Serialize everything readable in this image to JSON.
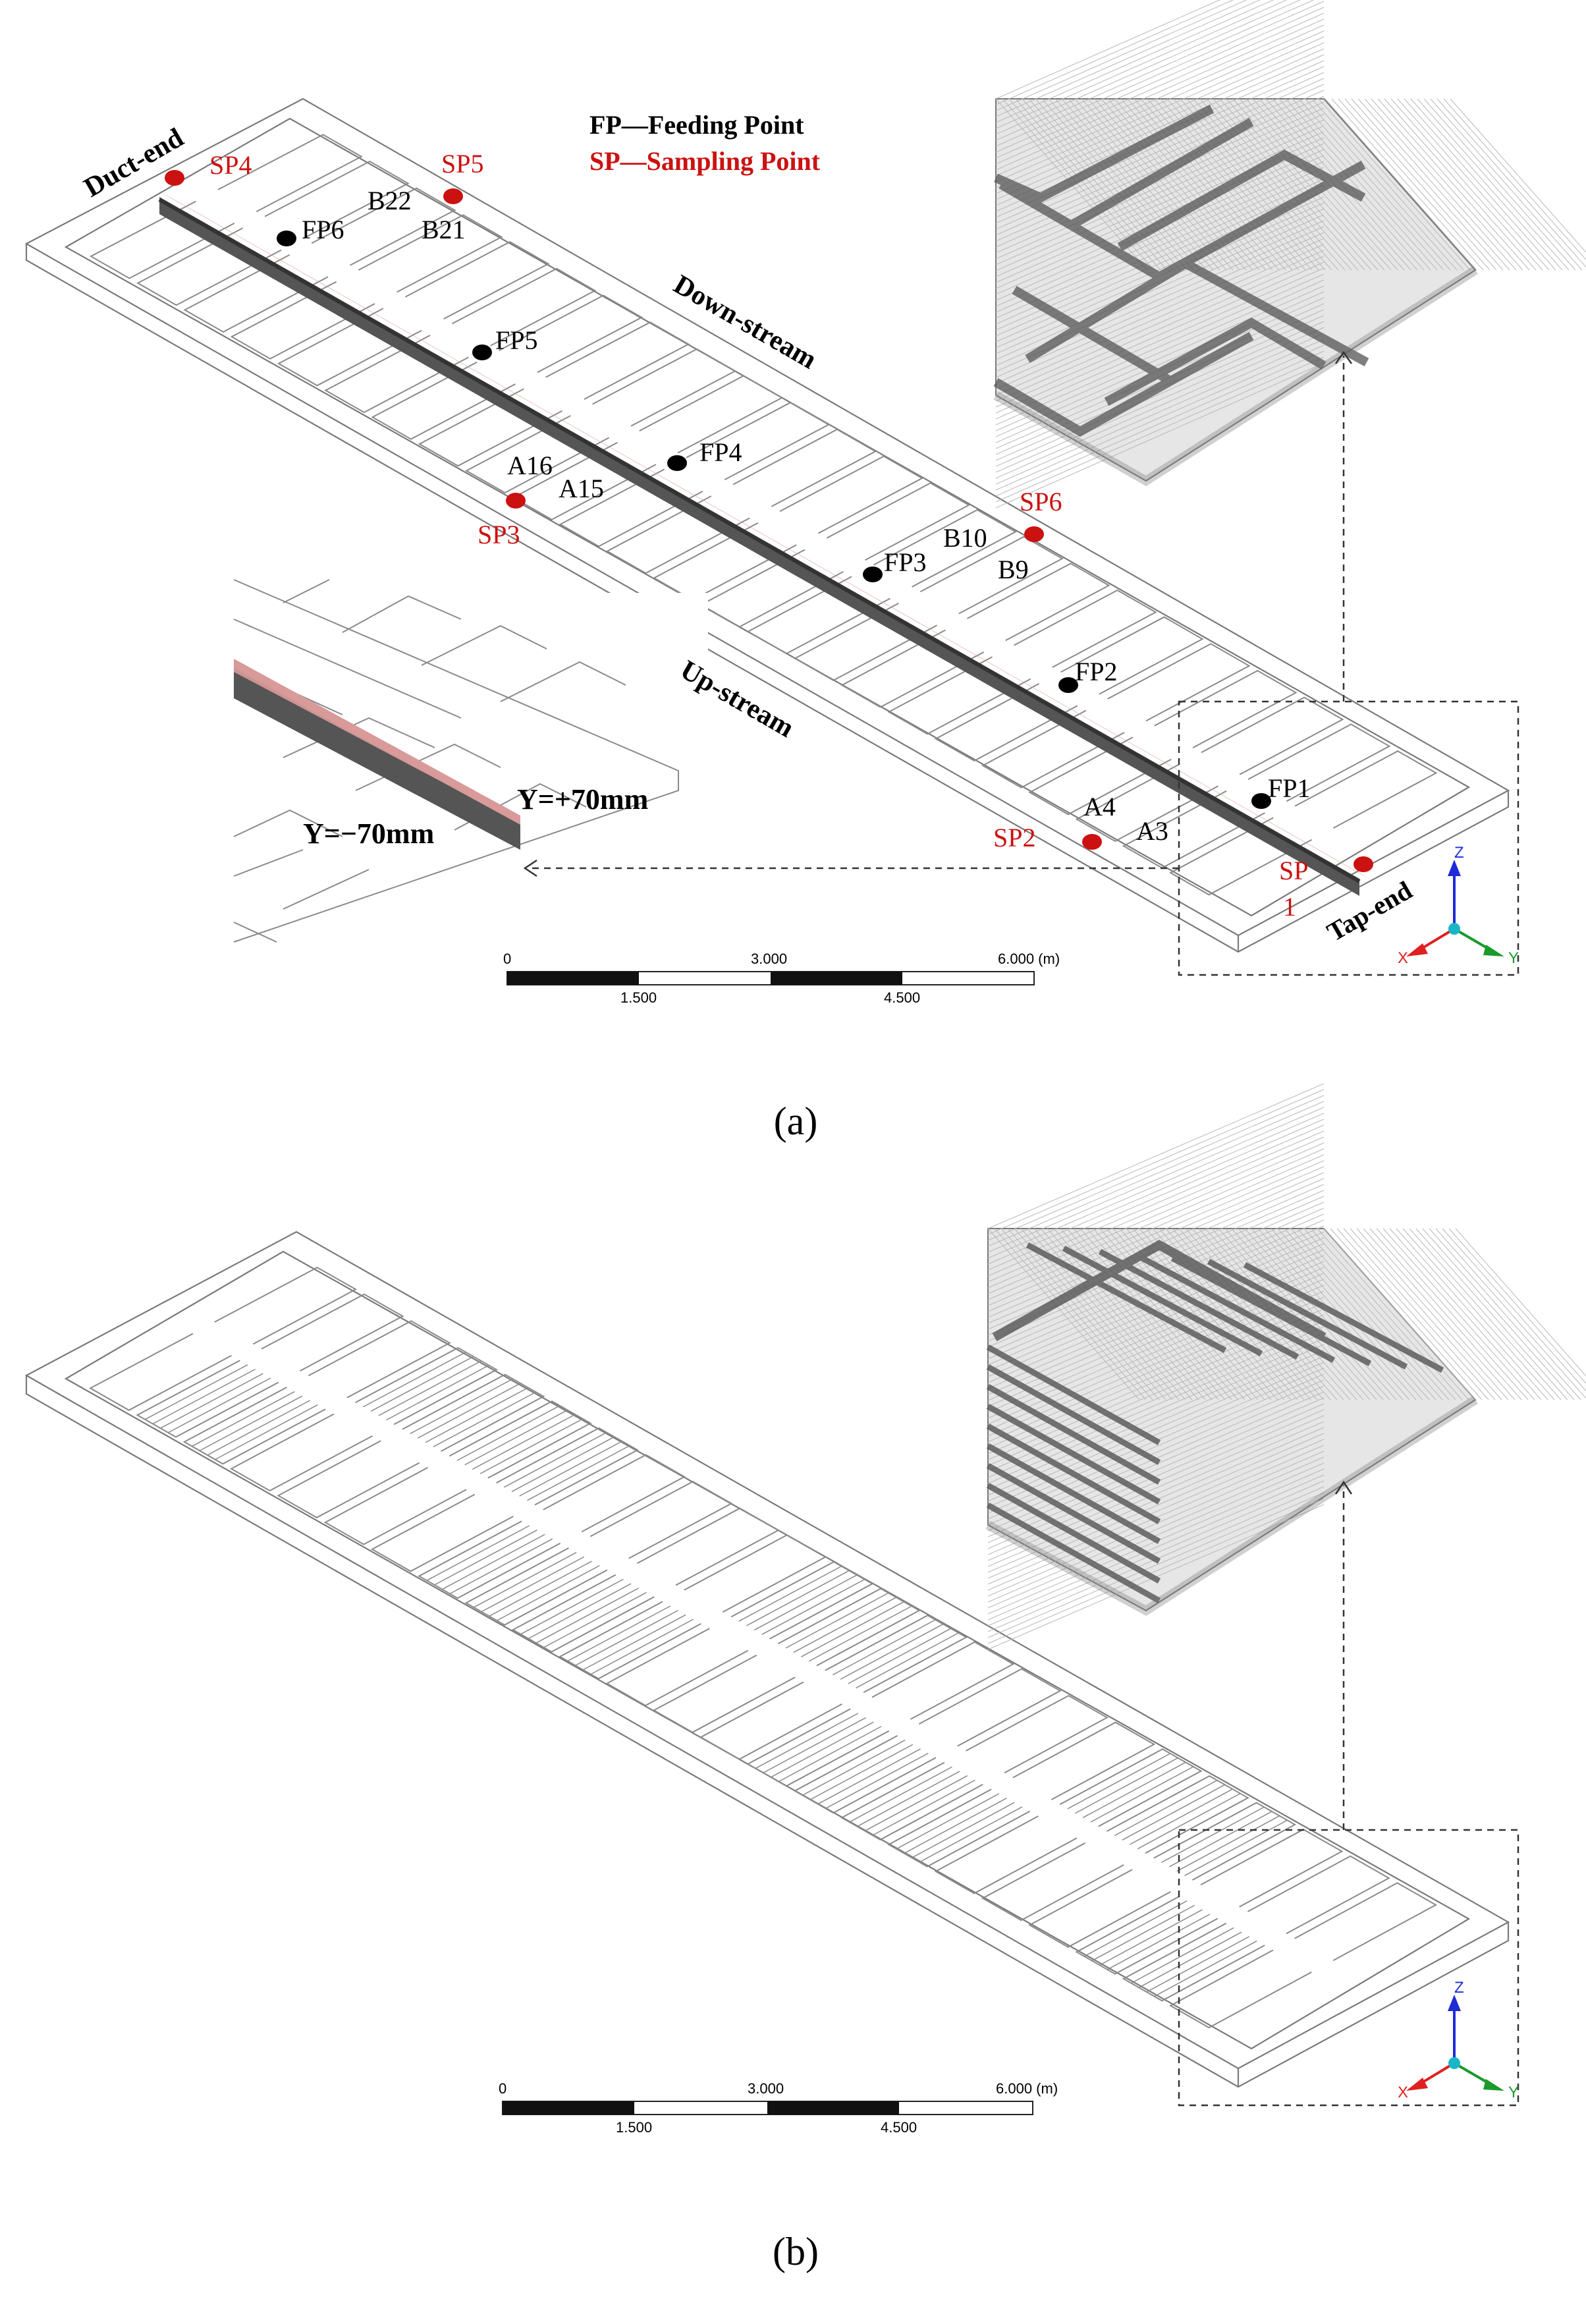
{
  "panel_a": {
    "caption": "(a)",
    "legend": {
      "fp": "FP—Feeding Point",
      "sp": "SP—Sampling Point",
      "fp_color": "#000000",
      "sp_color": "#cc1111"
    },
    "ends": {
      "duct": "Duct-end",
      "tap": "Tap-end"
    },
    "streams": {
      "down": "Down-stream",
      "up": "Up-stream"
    },
    "feeding_points": [
      "FP1",
      "FP2",
      "FP3",
      "FP4",
      "FP5",
      "FP6"
    ],
    "sampling_points": [
      "SP2",
      "SP3",
      "SP4",
      "SP5",
      "SP6"
    ],
    "sp1_top": "SP",
    "sp1_bottom": "1",
    "anode_labels": [
      "B22",
      "B21",
      "A16",
      "A15",
      "B10",
      "B9",
      "A4",
      "A3"
    ],
    "inset_labels": {
      "minus": "Y=−70mm",
      "plus": "Y=+70mm"
    },
    "scale": {
      "ticks_top": [
        "0",
        "3.000",
        "6.000 (m)"
      ],
      "ticks_bottom": [
        "1.500",
        "4.500"
      ]
    },
    "axes": {
      "z": "Z",
      "x": "X",
      "y": "Y"
    }
  },
  "panel_b": {
    "caption": "(b)",
    "scale": {
      "ticks_top": [
        "0",
        "3.000",
        "6.000 (m)"
      ],
      "ticks_bottom": [
        "1.500",
        "4.500"
      ]
    },
    "axes": {
      "z": "Z",
      "x": "X",
      "y": "Y"
    }
  },
  "colors": {
    "red": "#cc1111",
    "busbar": "#d99a9a",
    "line": "#6a6a6a",
    "axis_z": "#1f2bd6",
    "axis_x": "#e02020",
    "axis_y": "#1a9a2a",
    "axis_c": "#19b6c8"
  }
}
